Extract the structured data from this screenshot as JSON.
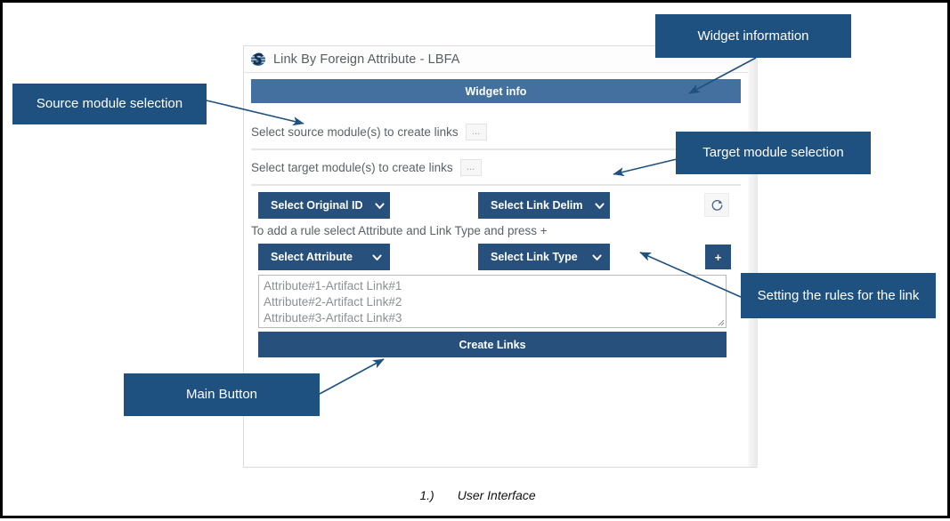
{
  "widget": {
    "title": "Link By Foreign Attribute - LBFA",
    "logo_icon": "s-logo-icon",
    "info_bar_label": "Widget info",
    "source_module": {
      "label": "Select source module(s) to create links",
      "browse_button": "..."
    },
    "target_module": {
      "label": "Select target module(s) to create links",
      "browse_button": "..."
    },
    "dropdowns": {
      "original_id": "Select Original ID",
      "link_delim": "Select Link Delim",
      "attribute": "Select Attribute",
      "link_type": "Select Link Type"
    },
    "refresh_button": {
      "icon": "refresh-icon",
      "label": ""
    },
    "add_rule_button": {
      "icon": "plus-icon",
      "label": "+"
    },
    "rule_hint": "To add a rule select Attribute and Link Type and press +",
    "rules": [
      "Attribute#1-Artifact Link#1",
      "Attribute#2-Artifact Link#2",
      "Attribute#3-Artifact Link#3"
    ],
    "create_links_button": "Create Links"
  },
  "callouts": {
    "source": "Source module selection",
    "widget": "Widget information",
    "target": "Target module selection",
    "rules": "Setting the rules for the link",
    "main": "Main Button"
  },
  "caption": {
    "number": "1.)",
    "text": "User Interface"
  },
  "colors": {
    "callout_blue": "#1f5180",
    "button_blue": "#28507d",
    "info_bar_blue": "#44709f",
    "label_gray": "#5a6268",
    "rule_text_gray": "#8a8f94"
  }
}
